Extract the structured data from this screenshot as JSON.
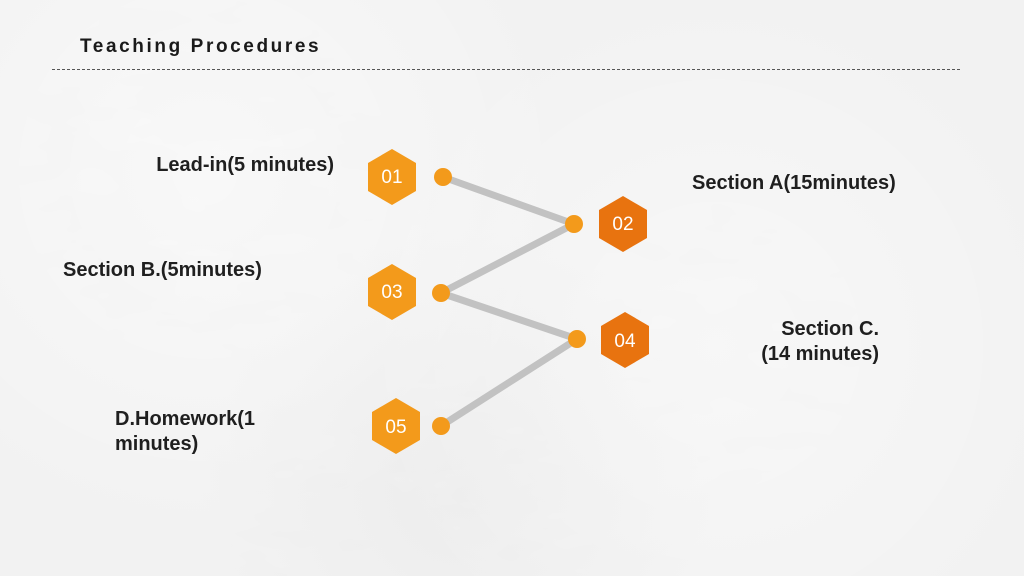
{
  "header": {
    "title": "Teaching Procedures"
  },
  "colors": {
    "hex_orange": "#f39a1b",
    "hex_dark_orange": "#e8730f",
    "connector_gray": "#c2c2c2",
    "dot_orange": "#f39a1b"
  },
  "steps": [
    {
      "number": "01",
      "label_lines": [
        "Lead-in(5 minutes)"
      ]
    },
    {
      "number": "02",
      "label_lines": [
        "Section A(15minutes)"
      ]
    },
    {
      "number": "03",
      "label_lines": [
        "Section B.(5minutes)"
      ]
    },
    {
      "number": "04",
      "label_lines": [
        "Section C.",
        "(14 minutes)"
      ]
    },
    {
      "number": "05",
      "label_lines": [
        "D.Homework(1",
        "minutes)"
      ]
    }
  ]
}
